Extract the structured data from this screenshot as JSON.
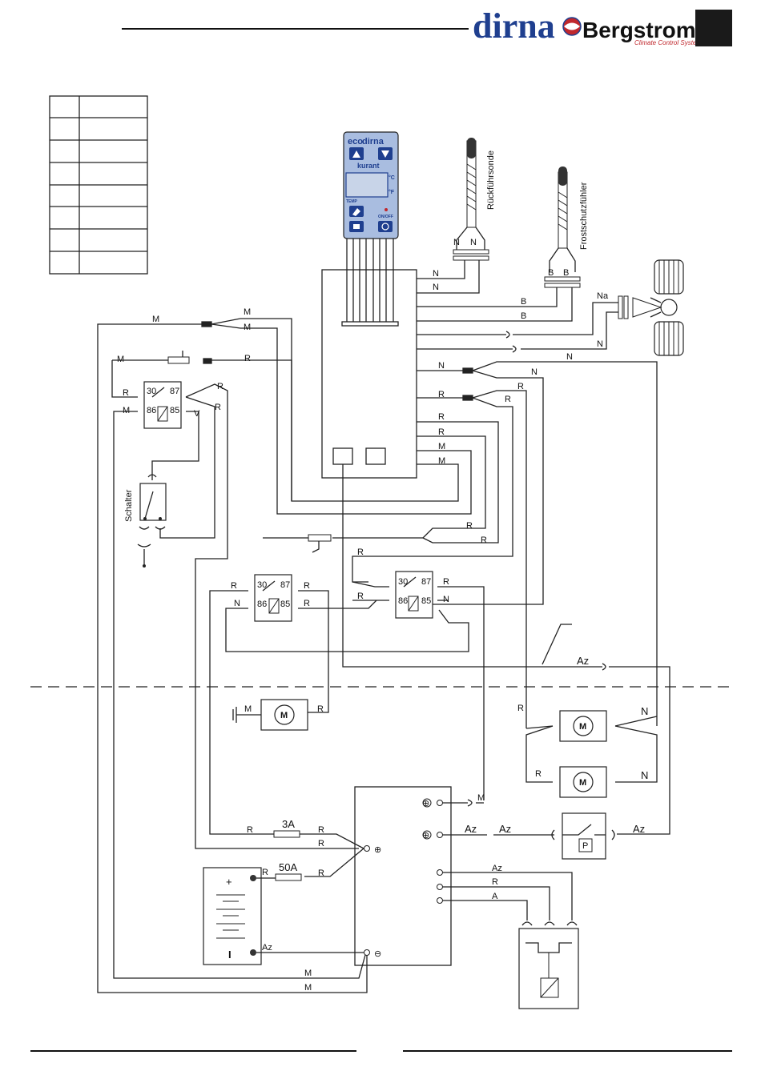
{
  "brand": {
    "name": "dirna",
    "partner": "Bergstrom",
    "tagline": "Climate Control Systems",
    "colors": {
      "dirna_blue": "#1f3f8f",
      "accent_red": "#c0282d",
      "corner_block": "#1a1a1a"
    }
  },
  "legend_table": {
    "rows": 8,
    "cells_empty": true
  },
  "controller": {
    "brand_eco": "eco",
    "brand_name": "dirna",
    "model": "kurant",
    "unit_c": "°C",
    "unit_f": "°F",
    "temp_label": "TEMP",
    "power_label": "ON/OFF",
    "body_color": "#a9bde0"
  },
  "sensors": {
    "return_probe": "Rückführsonde",
    "frost_probe": "Frostschutzfühler"
  },
  "switch_label": "Schalter",
  "relays": {
    "terminal_30": "30",
    "terminal_87": "87",
    "terminal_86": "86",
    "terminal_85": "85"
  },
  "fuses": {
    "small": "3A",
    "main": "50A"
  },
  "battery": {
    "plus": "+",
    "minus": "I"
  },
  "symbols": {
    "positive": "⊕",
    "negative": "⊖",
    "pressure": "P",
    "motor": "M"
  },
  "wires": {
    "M": "M",
    "N": "N",
    "R": "R",
    "B": "B",
    "V": "V",
    "A": "A",
    "Az": "Az",
    "Na": "Na"
  }
}
